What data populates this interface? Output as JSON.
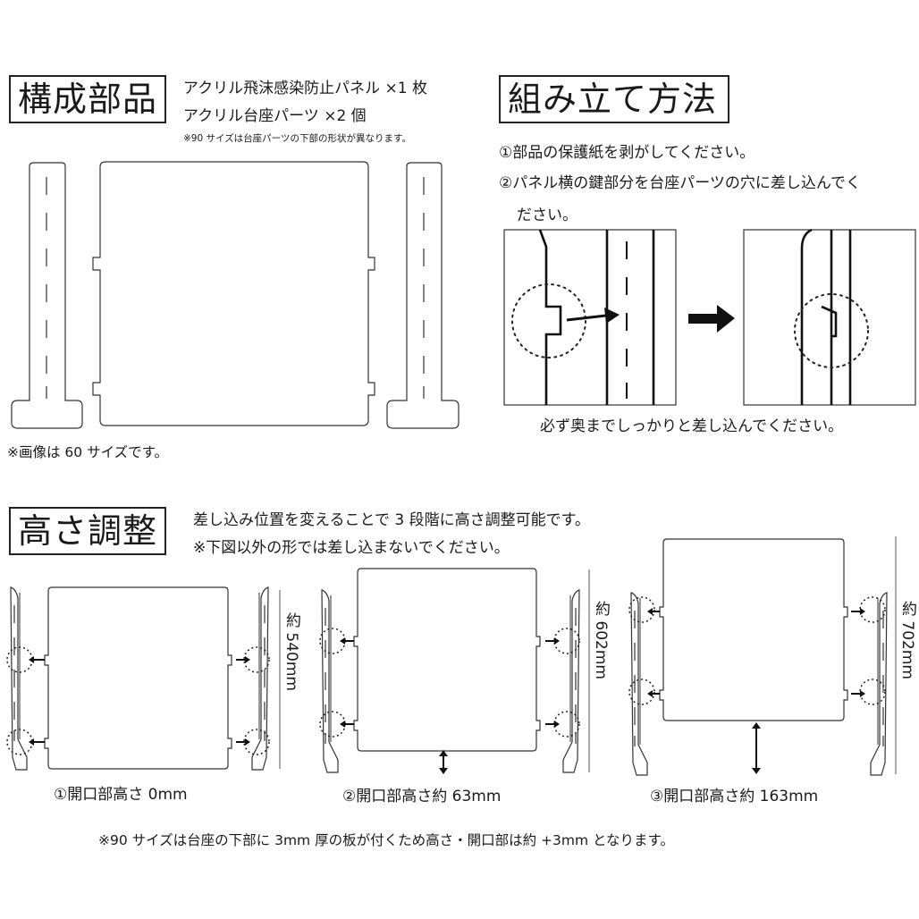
{
  "parts": {
    "title": "構成部品",
    "line1": "アクリル飛沫感染防止パネル ×1 枚",
    "line2": "アクリル台座パーツ ×2 個",
    "note90": "※90 サイズは台座パーツの下部の形状が異なります。",
    "image_note": "※画像は 60 サイズです。"
  },
  "assembly": {
    "title": "組み立て方法",
    "step1": "①部品の保護紙を剥がしてください。",
    "step2a": "②パネル横の鍵部分を台座パーツの穴に差し込んでく",
    "step2b": "ださい。",
    "caption": "必ず奥までしっかりと差し込んでください。"
  },
  "height": {
    "title": "高さ調整",
    "desc": "差し込み位置を変えることで 3 段階に高さ調整可能です。",
    "warn": "※下図以外の形では差し込まないでください。",
    "configs": [
      {
        "dimension": "約 540mm",
        "caption": "①開口部高さ 0mm"
      },
      {
        "dimension": "約 602mm",
        "caption": "②開口部高さ約 63mm"
      },
      {
        "dimension": "約 702mm",
        "caption": "③開口部高さ約 163mm"
      }
    ],
    "footnote": "※90 サイズは台座の下部に 3mm 厚の板が付くため高さ・開口部は約 +3mm となります。"
  }
}
